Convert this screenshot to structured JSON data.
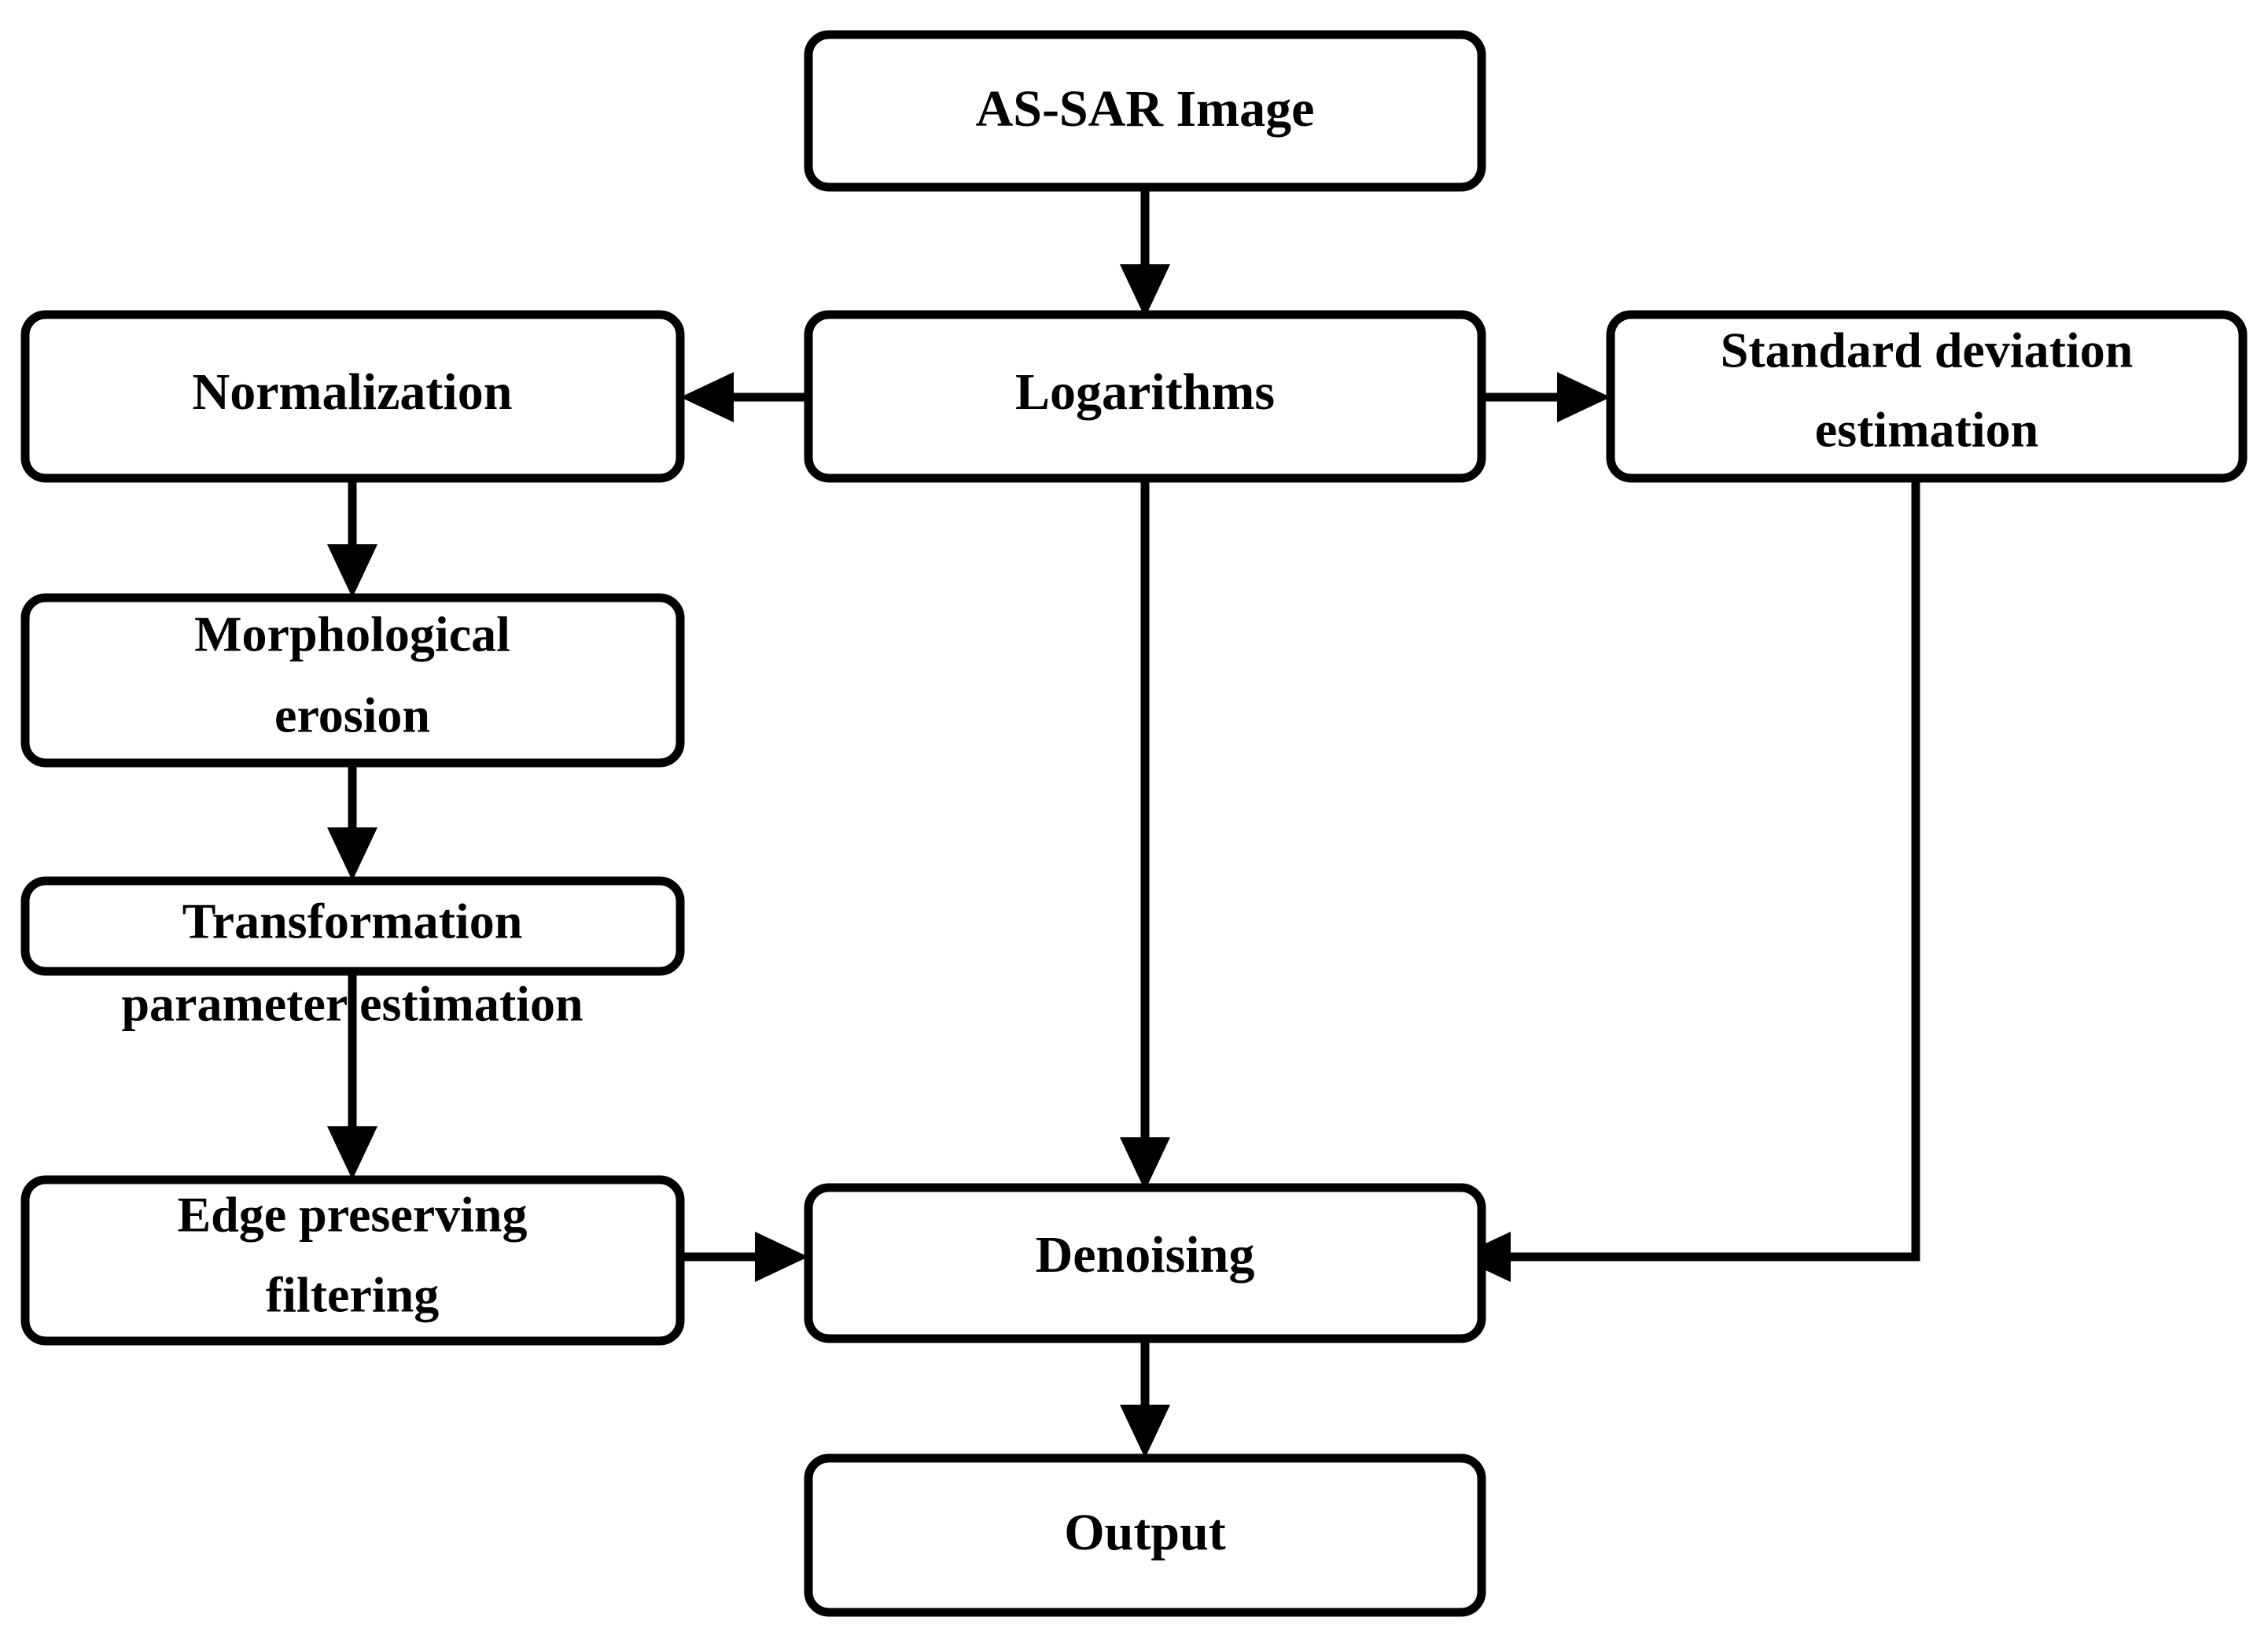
{
  "diagram": {
    "title": "SAR image denoising processing flowchart",
    "background_color": "#ffffff",
    "line_color": "#000000",
    "box_fill": "#ffffff",
    "nodes": [
      {
        "id": "as-sar-image",
        "label": "AS-SAR Image",
        "lines": [
          "AS-SAR Image"
        ]
      },
      {
        "id": "normalization",
        "label": "Normalization",
        "lines": [
          "Normalization"
        ]
      },
      {
        "id": "logarithms",
        "label": "Logarithms",
        "lines": [
          "Logarithms"
        ]
      },
      {
        "id": "standard-deviation-estimation",
        "label": "Standard deviation estimation",
        "lines": [
          "Standard deviation",
          "estimation"
        ]
      },
      {
        "id": "morphological-erosion",
        "label": "Morphological erosion",
        "lines": [
          "Morphological",
          "erosion"
        ]
      },
      {
        "id": "transformation-parameter-estimation",
        "label": "Transformation parameter estimation",
        "lines": [
          "Transformation",
          "parameter estimation"
        ]
      },
      {
        "id": "edge-preserving-filtering",
        "label": "Edge preserving filtering",
        "lines": [
          "Edge preserving",
          "filtering"
        ]
      },
      {
        "id": "denoising",
        "label": "Denoising",
        "lines": [
          "Denoising"
        ]
      },
      {
        "id": "output",
        "label": "Output",
        "lines": [
          "Output"
        ]
      }
    ],
    "edges": [
      {
        "id": "edge-assar-to-logarithms",
        "from": "as-sar-image",
        "to": "logarithms",
        "direction": "down"
      },
      {
        "id": "edge-logarithms-to-normalization",
        "from": "logarithms",
        "to": "normalization",
        "direction": "left"
      },
      {
        "id": "edge-logarithms-to-stddev",
        "from": "logarithms",
        "to": "standard-deviation-estimation",
        "direction": "right"
      },
      {
        "id": "edge-logarithms-to-denoising",
        "from": "logarithms",
        "to": "denoising",
        "direction": "down"
      },
      {
        "id": "edge-normalization-to-erosion",
        "from": "normalization",
        "to": "morphological-erosion",
        "direction": "down"
      },
      {
        "id": "edge-erosion-to-transformation",
        "from": "morphological-erosion",
        "to": "transformation-parameter-estimation",
        "direction": "down"
      },
      {
        "id": "edge-transformation-to-edgefilter",
        "from": "transformation-parameter-estimation",
        "to": "edge-preserving-filtering",
        "direction": "down"
      },
      {
        "id": "edge-edgefilter-to-denoising",
        "from": "edge-preserving-filtering",
        "to": "denoising",
        "direction": "right"
      },
      {
        "id": "edge-stddev-to-denoising",
        "from": "standard-deviation-estimation",
        "to": "denoising",
        "direction": "down-then-left"
      },
      {
        "id": "edge-denoising-to-output",
        "from": "denoising",
        "to": "output",
        "direction": "down"
      }
    ]
  }
}
